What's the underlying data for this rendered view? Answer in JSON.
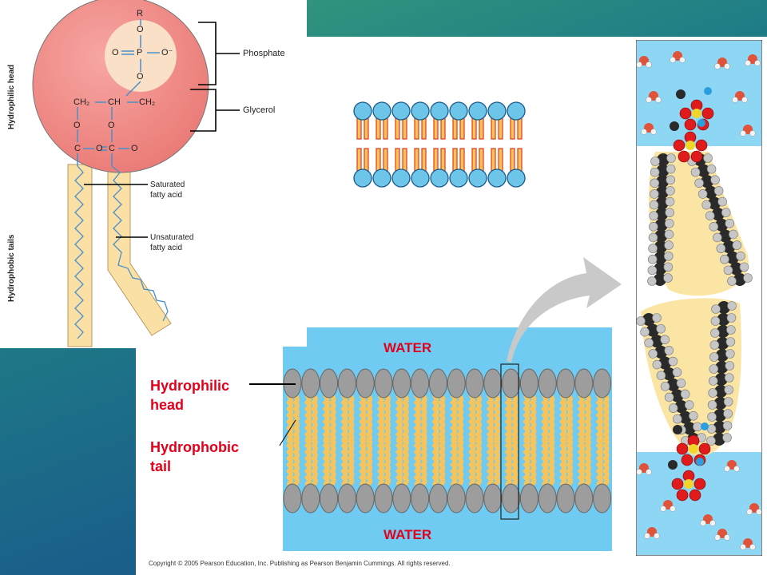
{
  "phospholipid": {
    "vertical_labels": {
      "head": "Hydrophilic head",
      "tails": "Hydrophobic tails"
    },
    "groups": {
      "phosphate": "Phosphate",
      "glycerol": "Glycerol"
    },
    "fatty_acids": {
      "saturated": [
        "Saturated",
        "fatty acid"
      ],
      "unsaturated": [
        "Unsaturated",
        "fatty acid"
      ]
    },
    "atoms": {
      "r": "R",
      "o": "O",
      "p": "P",
      "o_minus": "O⁻",
      "ch2": "CH₂",
      "ch": "CH",
      "c": "C"
    }
  },
  "bilayer": {
    "water_top": "WATER",
    "water_bottom": "WATER",
    "head_label": [
      "Hydrophilic",
      "head"
    ],
    "tail_label": [
      "Hydrophobic",
      "tail"
    ]
  },
  "copyright": "Copyright © 2005 Pearson Education, Inc. Publishing as Pearson Benjamin Cummings. All rights reserved.",
  "colors": {
    "head_sphere": "#f08a86",
    "tail_fill": "#fbe0a6",
    "water": "#6fcbf2",
    "label_red": "#e3001b",
    "membrane_head": "#9d9d9d",
    "membrane_tail": "#f5c45d",
    "lipid_icon_head": "#6dc6ea"
  }
}
